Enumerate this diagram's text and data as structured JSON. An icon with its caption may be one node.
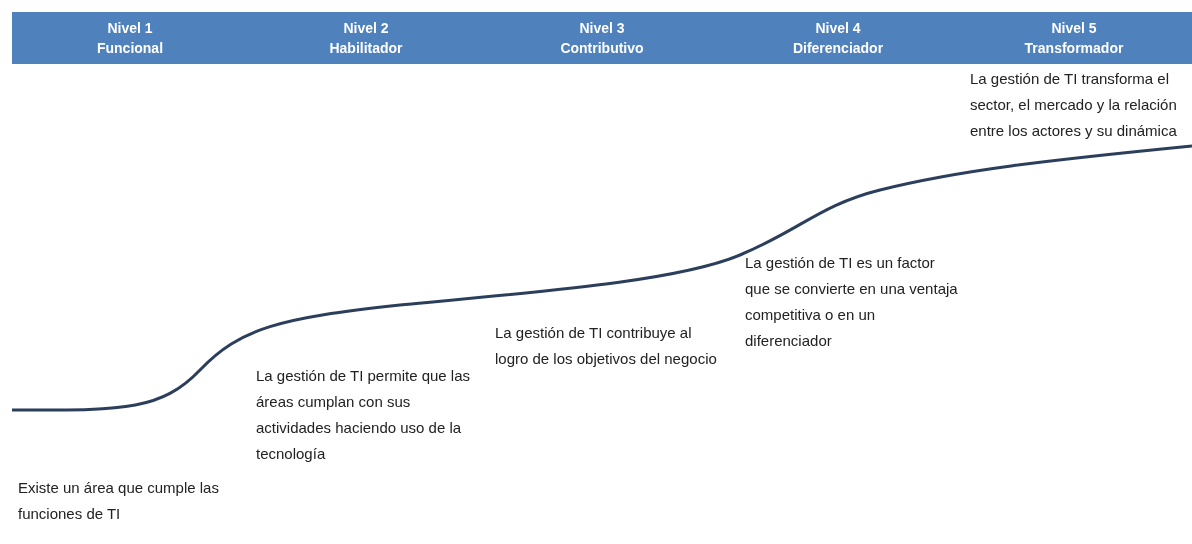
{
  "diagram": {
    "nodes": [
      {
        "text": [
          "Nivel 1",
          "Funcional"
        ]
      },
      {
        "text": [
          "Nivel 2",
          "Habilitador"
        ]
      },
      {
        "text": [
          "Nivel 3",
          "Contributivo"
        ]
      },
      {
        "text": [
          "Nivel 4",
          "Diferenciador"
        ]
      },
      {
        "text": [
          "Nivel 5",
          "Transformador"
        ]
      }
    ],
    "labels": [
      "Existe un área que cumple las funciones de TI",
      "La gestión de TI permite que las áreas cumplan con sus actividades haciendo uso de la tecnología",
      "La gestión de TI contribuye al logro de los objetivos del negocio",
      "La gestión de TI es un factor que se convierte en una ventaja competitiva o en un diferenciador",
      "La gestión de TI transforma el sector, el mercado y la relación entre los actores y su dinámica"
    ]
  }
}
